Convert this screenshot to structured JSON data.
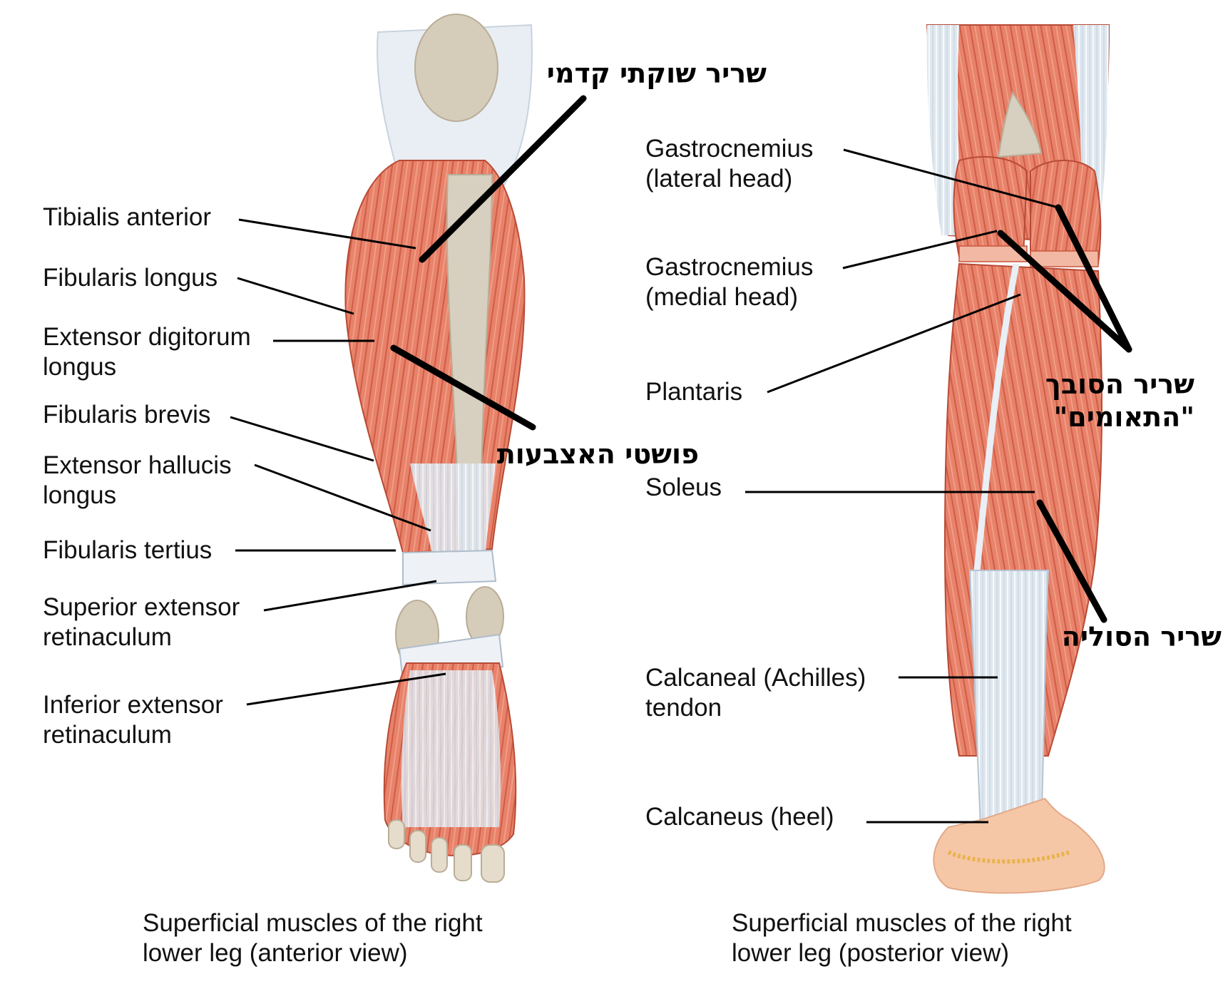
{
  "anterior": {
    "labels": [
      {
        "id": "tibialis-anterior",
        "lines": [
          "Tibialis anterior"
        ]
      },
      {
        "id": "fibularis-longus",
        "lines": [
          "Fibularis longus"
        ]
      },
      {
        "id": "extensor-digitorum-longus",
        "lines": [
          "Extensor digitorum",
          "longus"
        ]
      },
      {
        "id": "fibularis-brevis",
        "lines": [
          "Fibularis brevis"
        ]
      },
      {
        "id": "extensor-hallucis-longus",
        "lines": [
          "Extensor hallucis",
          "longus"
        ]
      },
      {
        "id": "fibularis-tertius",
        "lines": [
          "Fibularis tertius"
        ]
      },
      {
        "id": "superior-extensor-retinaculum",
        "lines": [
          "Superior extensor",
          "retinaculum"
        ]
      },
      {
        "id": "inferior-extensor-retinaculum",
        "lines": [
          "Inferior extensor",
          "retinaculum"
        ]
      }
    ],
    "caption": [
      "Superficial muscles of the right",
      "lower leg (anterior view)"
    ]
  },
  "posterior": {
    "labels": [
      {
        "id": "gastrocnemius-lateral-head",
        "lines": [
          "Gastrocnemius",
          "(lateral head)"
        ]
      },
      {
        "id": "gastrocnemius-medial-head",
        "lines": [
          "Gastrocnemius",
          "(medial head)"
        ]
      },
      {
        "id": "plantaris",
        "lines": [
          "Plantaris"
        ]
      },
      {
        "id": "soleus",
        "lines": [
          "Soleus"
        ]
      },
      {
        "id": "calcaneal-tendon",
        "lines": [
          "Calcaneal (Achilles)",
          "tendon"
        ]
      },
      {
        "id": "calcaneus",
        "lines": [
          "Calcaneus (heel)"
        ]
      }
    ],
    "caption": [
      "Superficial muscles of the right",
      "lower leg (posterior view)"
    ]
  },
  "hebrew_annotations": [
    {
      "id": "tibialis-anterior-he",
      "lines": [
        "שריר שוקתי קדמי"
      ]
    },
    {
      "id": "extensor-digitorum-he",
      "lines": [
        "פושטי האצבעות"
      ]
    },
    {
      "id": "gastrocnemius-he",
      "lines": [
        "שריר הסובך",
        "\"התאומים\""
      ]
    },
    {
      "id": "soleus-he",
      "lines": [
        "שריר הסוליה"
      ]
    }
  ],
  "colors": {
    "muscle": "#e8826a",
    "muscle_dark": "#c9553e",
    "tendon": "#dde6ee",
    "bone": "#d8cfbe",
    "skin": "#f6c7a6",
    "leader": "#000000"
  }
}
